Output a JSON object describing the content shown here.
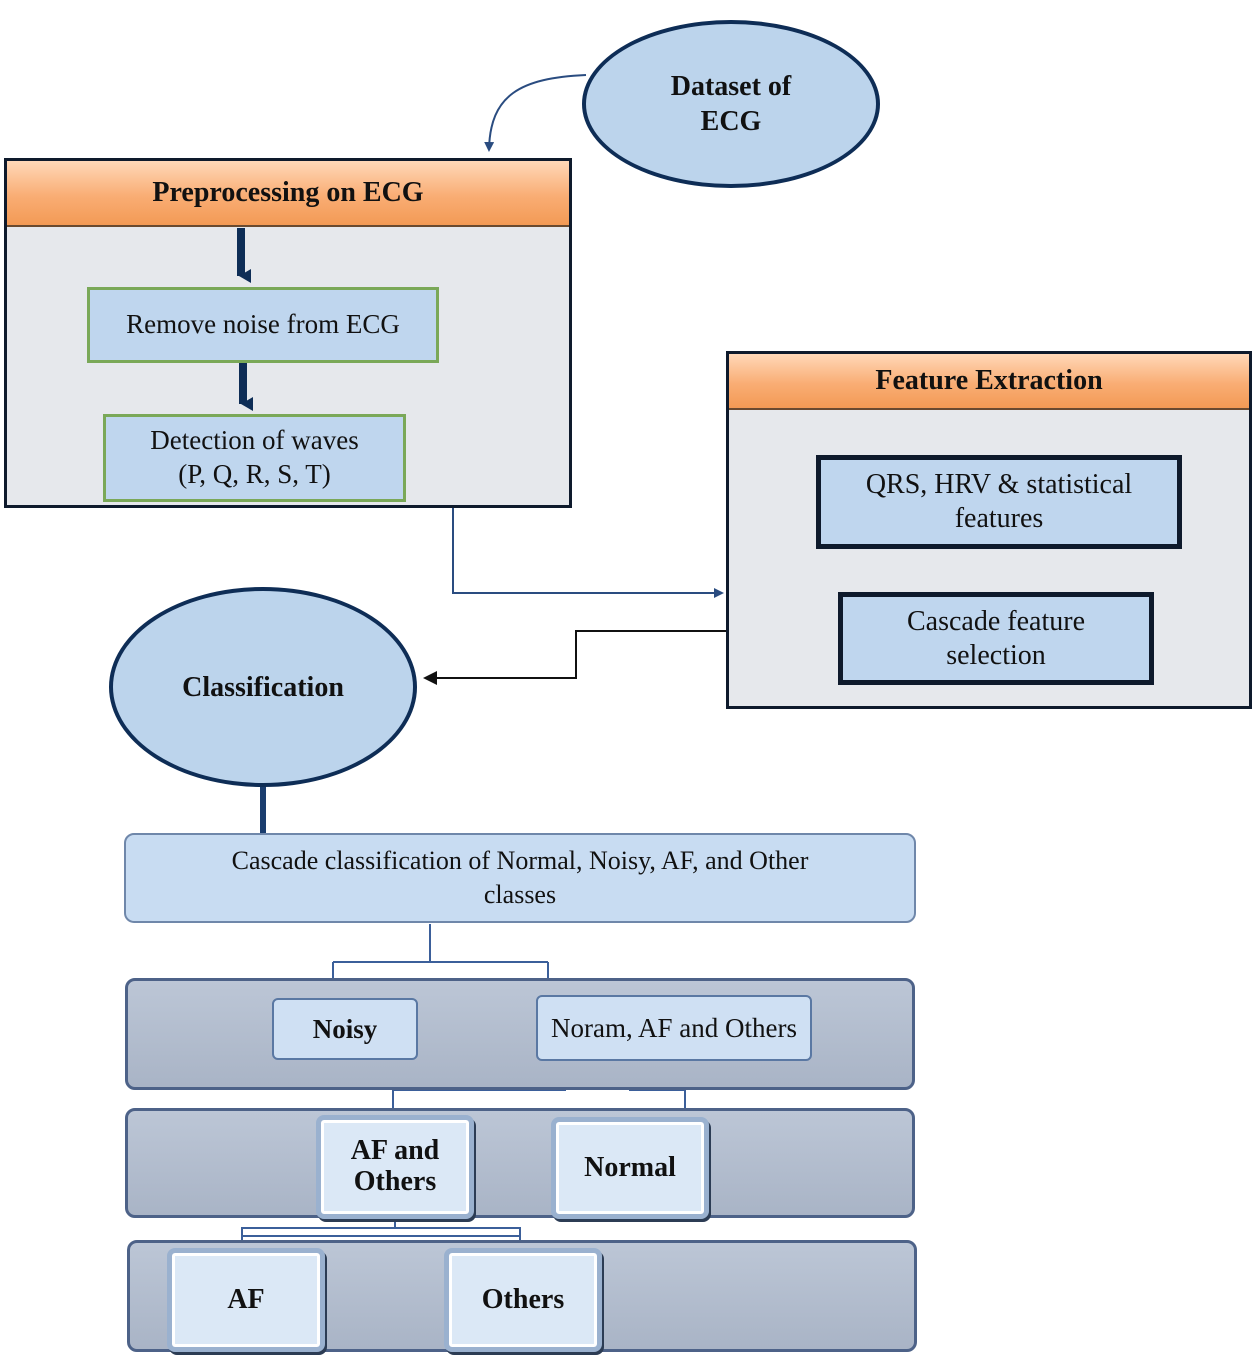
{
  "dataset": {
    "label_line1": "Dataset of",
    "label_line2": "ECG"
  },
  "preprocessing": {
    "title": "Preprocessing on ECG",
    "remove_noise": "Remove noise from ECG",
    "detection_line1": "Detection of waves",
    "detection_line2": "(P, Q, R, S, T)"
  },
  "feature_extraction": {
    "title": "Feature Extraction",
    "features_line1": "QRS, HRV & statistical",
    "features_line2": "features",
    "selection_line1": "Cascade feature",
    "selection_line2": "selection"
  },
  "classification": {
    "label": "Classification"
  },
  "cascade": {
    "title_line1": "Cascade classification of Normal, Noisy, AF, and Other",
    "title_line2": "classes",
    "noisy": "Noisy",
    "noram_af_others": "Noram, AF and Others",
    "af_and_line1": "AF and",
    "af_and_line2": "Others",
    "normal": "Normal",
    "af": "AF",
    "others": "Others"
  },
  "colors": {
    "ellipse_fill": "#bcd4ec",
    "navy": "#0e2d56",
    "header_orange": "#f9ad74",
    "box_blue": "#bfd6ee",
    "panel_grey": "#e6e8ec",
    "green_border": "#7aa858"
  }
}
